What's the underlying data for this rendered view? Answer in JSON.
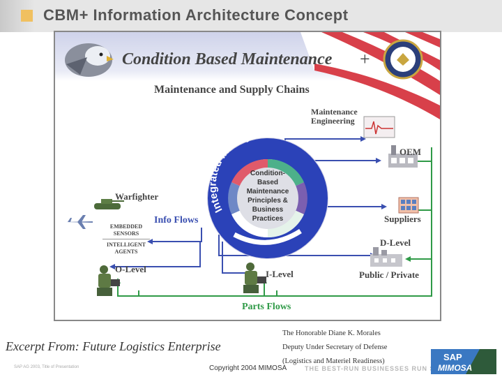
{
  "header": {
    "title": "CBM+ Information Architecture Concept"
  },
  "slide": {
    "banner_title": "Condition Based Maintenance",
    "banner_plus": "+",
    "subtitle": "Maintenance and Supply Chains",
    "nodes": {
      "maintenance_engineering_1": "Maintenance",
      "maintenance_engineering_2": "Engineering",
      "oem": "OEM",
      "warfighter": "Warfighter",
      "suppliers": "Suppliers",
      "d_level": "D-Level",
      "public_private": "Public / Private",
      "o_level": "O-Level",
      "i_level": "I-Level"
    },
    "flows": {
      "info_flows": "Info Flows",
      "parts_flows": "Parts Flows"
    },
    "ring_label": "Integrated Info System",
    "center": [
      "Condition-",
      "Based",
      "Maintenance",
      "Principles &",
      "Business",
      "Practices"
    ],
    "sensors": [
      "EMBEDDED",
      "SENSORS",
      "INTELLIGENT",
      "AGENTS"
    ]
  },
  "footer": {
    "excerpt": "Excerpt From: Future Logistics Enterprise",
    "credit_1": "The Honorable Diane K. Morales",
    "credit_2": "Deputy Under Secretary of Defense",
    "credit_3": "(Logistics and Materiel Readiness)",
    "copyright": "Copyright 2004 MIMOSA",
    "tagline": "THE BEST-RUN BUSINESSES RUN SAP",
    "sap_small": "SAP AG 2003, Title of Presentation",
    "logo_text_1": "SAP",
    "logo_text_2": "MIMOSA"
  },
  "colors": {
    "info_flow": "#3a4fb0",
    "parts_flow": "#2f9a47",
    "flag_red": "#d8404a"
  }
}
